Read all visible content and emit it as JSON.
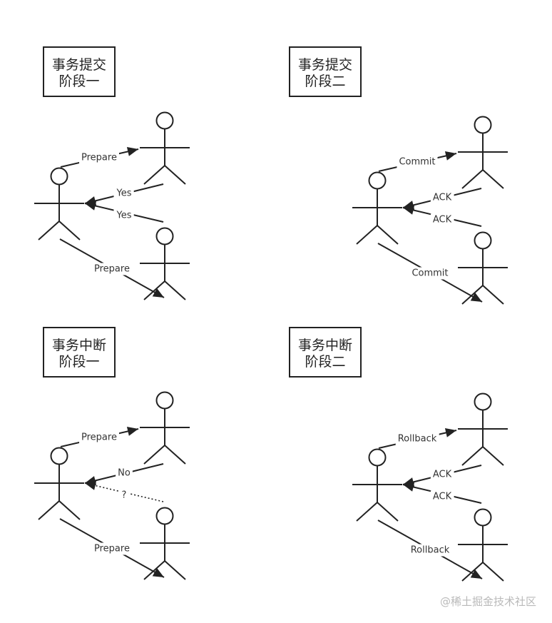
{
  "panels": [
    {
      "title_line1": "事务提交",
      "title_line2": "阶段一",
      "messages": [
        {
          "label": "Prepare",
          "style": "solid"
        },
        {
          "label": "Yes",
          "style": "solid"
        },
        {
          "label": "Yes",
          "style": "solid"
        },
        {
          "label": "Prepare",
          "style": "solid"
        }
      ]
    },
    {
      "title_line1": "事务提交",
      "title_line2": "阶段二",
      "messages": [
        {
          "label": "Commit",
          "style": "solid"
        },
        {
          "label": "ACK",
          "style": "solid"
        },
        {
          "label": "ACK",
          "style": "solid"
        },
        {
          "label": "Commit",
          "style": "solid"
        }
      ]
    },
    {
      "title_line1": "事务中断",
      "title_line2": "阶段一",
      "messages": [
        {
          "label": "Prepare",
          "style": "solid"
        },
        {
          "label": "No",
          "style": "solid"
        },
        {
          "label": "?",
          "style": "dotted"
        },
        {
          "label": "Prepare",
          "style": "solid"
        }
      ]
    },
    {
      "title_line1": "事务中断",
      "title_line2": "阶段二",
      "messages": [
        {
          "label": "Rollback",
          "style": "solid"
        },
        {
          "label": "ACK",
          "style": "solid"
        },
        {
          "label": "ACK",
          "style": "solid"
        },
        {
          "label": "Rollback",
          "style": "solid"
        }
      ]
    }
  ],
  "watermark": "@稀土掘金技术社区"
}
